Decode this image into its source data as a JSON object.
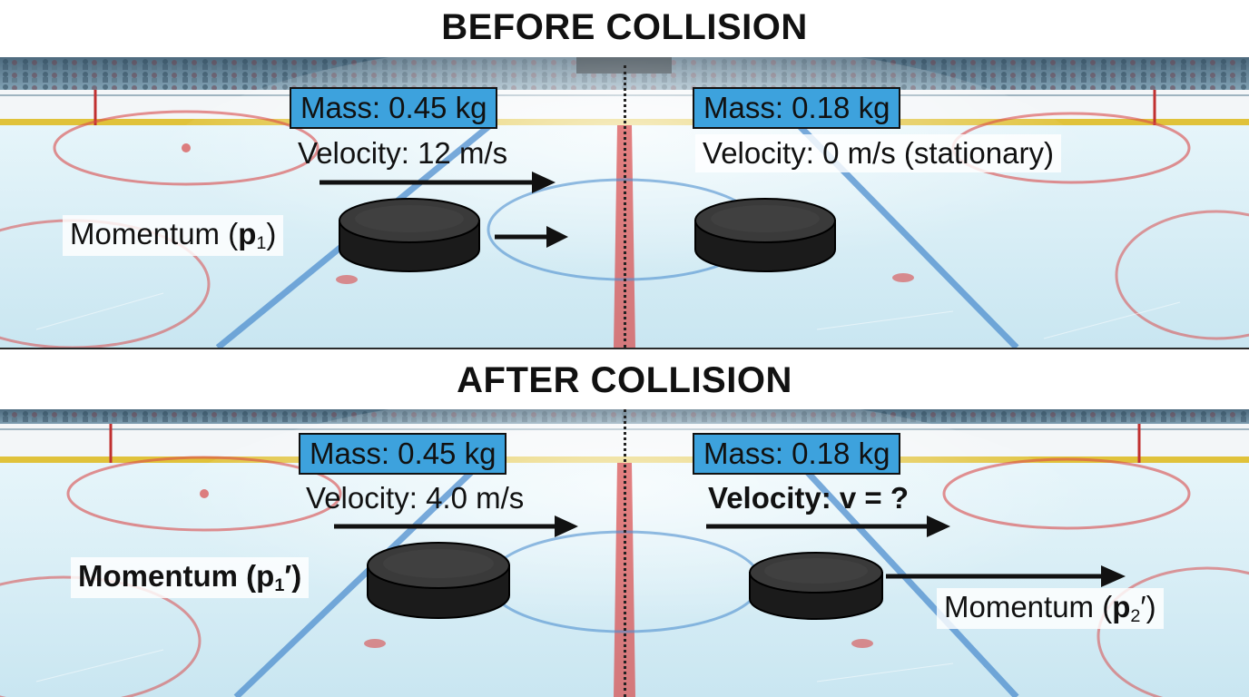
{
  "before": {
    "title": "BEFORE COLLISION",
    "puck1": {
      "mass": "Mass: 0.45 kg",
      "velocity": "Velocity: 12 m/s",
      "momentum_text": "Momentum (",
      "momentum_symbol": "p",
      "momentum_sub": "1",
      "momentum_close": ")"
    },
    "puck2": {
      "mass": "Mass: 0.18 kg",
      "velocity": "Velocity: 0 m/s (stationary)"
    }
  },
  "after": {
    "title": "AFTER COLLISION",
    "puck1": {
      "mass": "Mass: 0.45 kg",
      "velocity": "Velocity: 4.0 m/s",
      "momentum_text": "Momentum (",
      "momentum_symbol": "p",
      "momentum_sub": "1",
      "momentum_close": "′)"
    },
    "puck2": {
      "mass": "Mass: 0.18 kg",
      "velocity": "Velocity: v = ?",
      "momentum_text": "Momentum (",
      "momentum_symbol": "p",
      "momentum_sub": "2",
      "momentum_close": "′)"
    }
  },
  "colors": {
    "ice": "#d9eef6",
    "mass_box": "#3da2dd",
    "puck": "#1b1b1b",
    "red_line": "#d94a4a",
    "blue_line": "#4f8fcf",
    "yellow_kick": "#e0c23a"
  },
  "icons": [
    "hockey-puck-icon",
    "arrow-right-icon"
  ]
}
